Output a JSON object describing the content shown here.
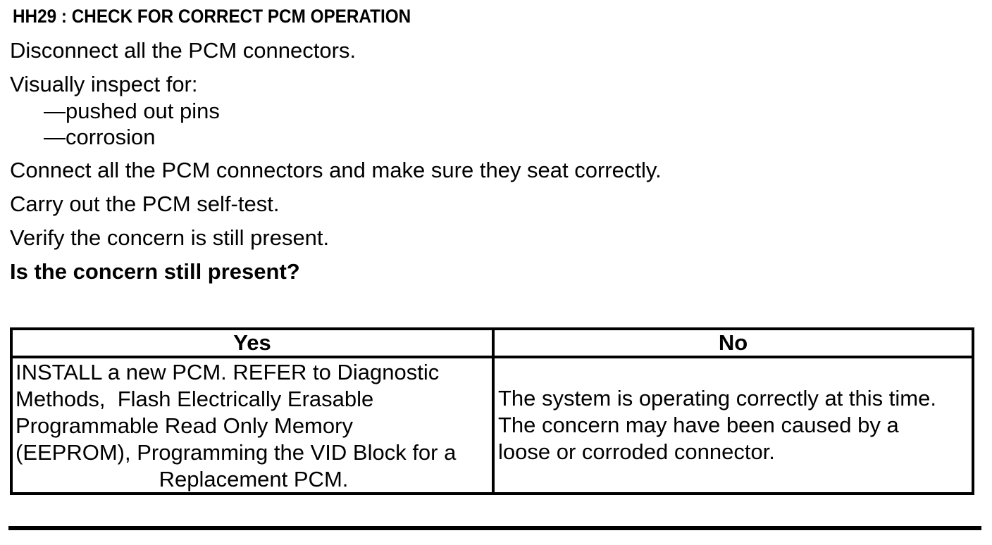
{
  "page": {
    "heading": "HH29 : CHECK FOR CORRECT PCM OPERATION",
    "instructions": {
      "disconnect": "Disconnect all the PCM connectors.",
      "inspect_intro": "Visually inspect for:",
      "inspect_items": [
        "—pushed out pins",
        "—corrosion"
      ],
      "connect": "Connect all the PCM connectors and make sure they seat correctly.",
      "self_test": "Carry out the PCM self-test.",
      "verify": "Verify the concern is still present.",
      "question": "Is the concern still present?"
    },
    "decision_table": {
      "headers": {
        "yes": "Yes",
        "no": "No"
      },
      "yes_lines": [
        "INSTALL a new PCM. REFER to Diagnostic",
        "Methods,  Flash Electrically Erasable",
        "Programmable Read Only Memory",
        "(EEPROM), Programming the VID Block for a",
        "Replacement PCM."
      ],
      "no_lines": [
        "The system is operating correctly at this time.",
        "The concern may have been caused by a",
        "loose or corroded connector."
      ]
    },
    "colors": {
      "text": "#000000",
      "background": "#ffffff",
      "border": "#000000"
    }
  }
}
